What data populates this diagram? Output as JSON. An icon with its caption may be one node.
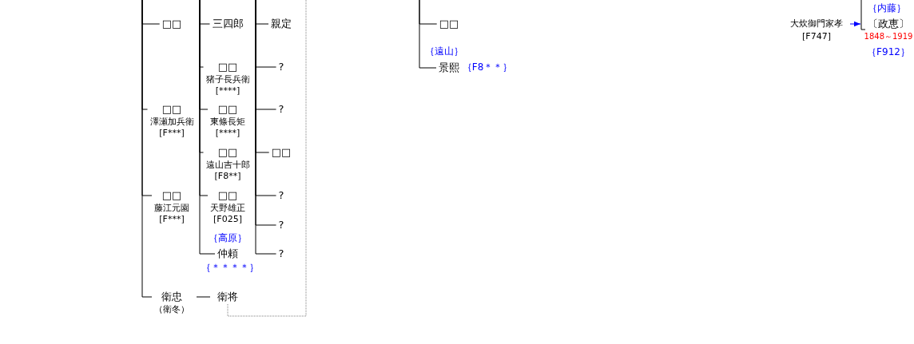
{
  "diagram": {
    "nodes": [
      {
        "text": [
          "□□"
        ]
      },
      {
        "text": [
          "□□",
          "澤瀬加兵衛",
          "[F***]"
        ]
      },
      {
        "text": [
          "□□",
          "藤江元園",
          "[F***]"
        ]
      },
      {
        "text": [
          "衛忠",
          "（衛冬）"
        ]
      },
      {
        "text": [
          "三四郎"
        ]
      },
      {
        "text": [
          "□□",
          "猪子長兵衛",
          "[****]"
        ]
      },
      {
        "text": [
          "□□",
          "東條長矩",
          "[****]"
        ]
      },
      {
        "text": [
          "□□",
          "遠山吉十郎",
          "[F8**]"
        ]
      },
      {
        "text": [
          "□□",
          "天野雄正",
          "[F025]"
        ]
      },
      {
        "text": [
          "仲頼"
        ],
        "beside": [
          "｛高原｝",
          "｛＊＊＊＊｝"
        ]
      },
      {
        "text": [
          "衛将"
        ]
      },
      {
        "text": [
          "親定"
        ]
      },
      {
        "text": [
          "?"
        ]
      },
      {
        "text": [
          "?"
        ]
      },
      {
        "text": [
          "□□"
        ]
      },
      {
        "text": [
          "?"
        ]
      },
      {
        "text": [
          "?"
        ]
      },
      {
        "text": [
          "?"
        ]
      },
      {
        "text": [
          "□□"
        ]
      },
      {
        "text": [
          "景熙"
        ],
        "beside": [
          "｛遠山｝",
          "｛F8＊＊｝"
        ]
      },
      {
        "text": [
          "大炊御門家孝",
          "[F747]"
        ]
      },
      {
        "text": [
          "〔政恵〕"
        ],
        "beside": [
          "｛内藤｝",
          "1848～1919",
          "｛F912｝"
        ]
      }
    ],
    "edges": [
      {
        "from": null,
        "to": 0,
        "arrow": "none"
      },
      {
        "from": null,
        "to": 1,
        "arrow": "none"
      },
      {
        "from": null,
        "to": 2,
        "arrow": "none"
      },
      {
        "from": null,
        "to": 3,
        "arrow": "none"
      },
      {
        "from": 3,
        "to": 10,
        "arrow": "none"
      },
      {
        "from": null,
        "to": 4,
        "arrow": "none"
      },
      {
        "from": null,
        "to": 5,
        "arrow": "none"
      },
      {
        "from": null,
        "to": 6,
        "arrow": "none"
      },
      {
        "from": null,
        "to": 7,
        "arrow": "none"
      },
      {
        "from": null,
        "to": 8,
        "arrow": "none"
      },
      {
        "from": null,
        "to": 9,
        "arrow": "none"
      },
      {
        "from": null,
        "to": 11,
        "arrow": "none"
      },
      {
        "from": null,
        "to": 12,
        "arrow": "none"
      },
      {
        "from": null,
        "to": 13,
        "arrow": "none"
      },
      {
        "from": null,
        "to": 14,
        "arrow": "none"
      },
      {
        "from": null,
        "to": 15,
        "arrow": "none"
      },
      {
        "from": null,
        "to": 16,
        "arrow": "none"
      },
      {
        "from": null,
        "to": 17,
        "arrow": "none"
      },
      {
        "from": 10,
        "to": null,
        "arrow": "none",
        "style": "dashed",
        "color": "#808080"
      },
      {
        "from": null,
        "to": 18,
        "arrow": "none"
      },
      {
        "from": null,
        "to": 19,
        "arrow": "none"
      },
      {
        "from": 20,
        "to": 21,
        "arrow": "to",
        "color": "#0000ff"
      },
      {
        "from": null,
        "to": 21,
        "arrow": "none"
      }
    ]
  }
}
